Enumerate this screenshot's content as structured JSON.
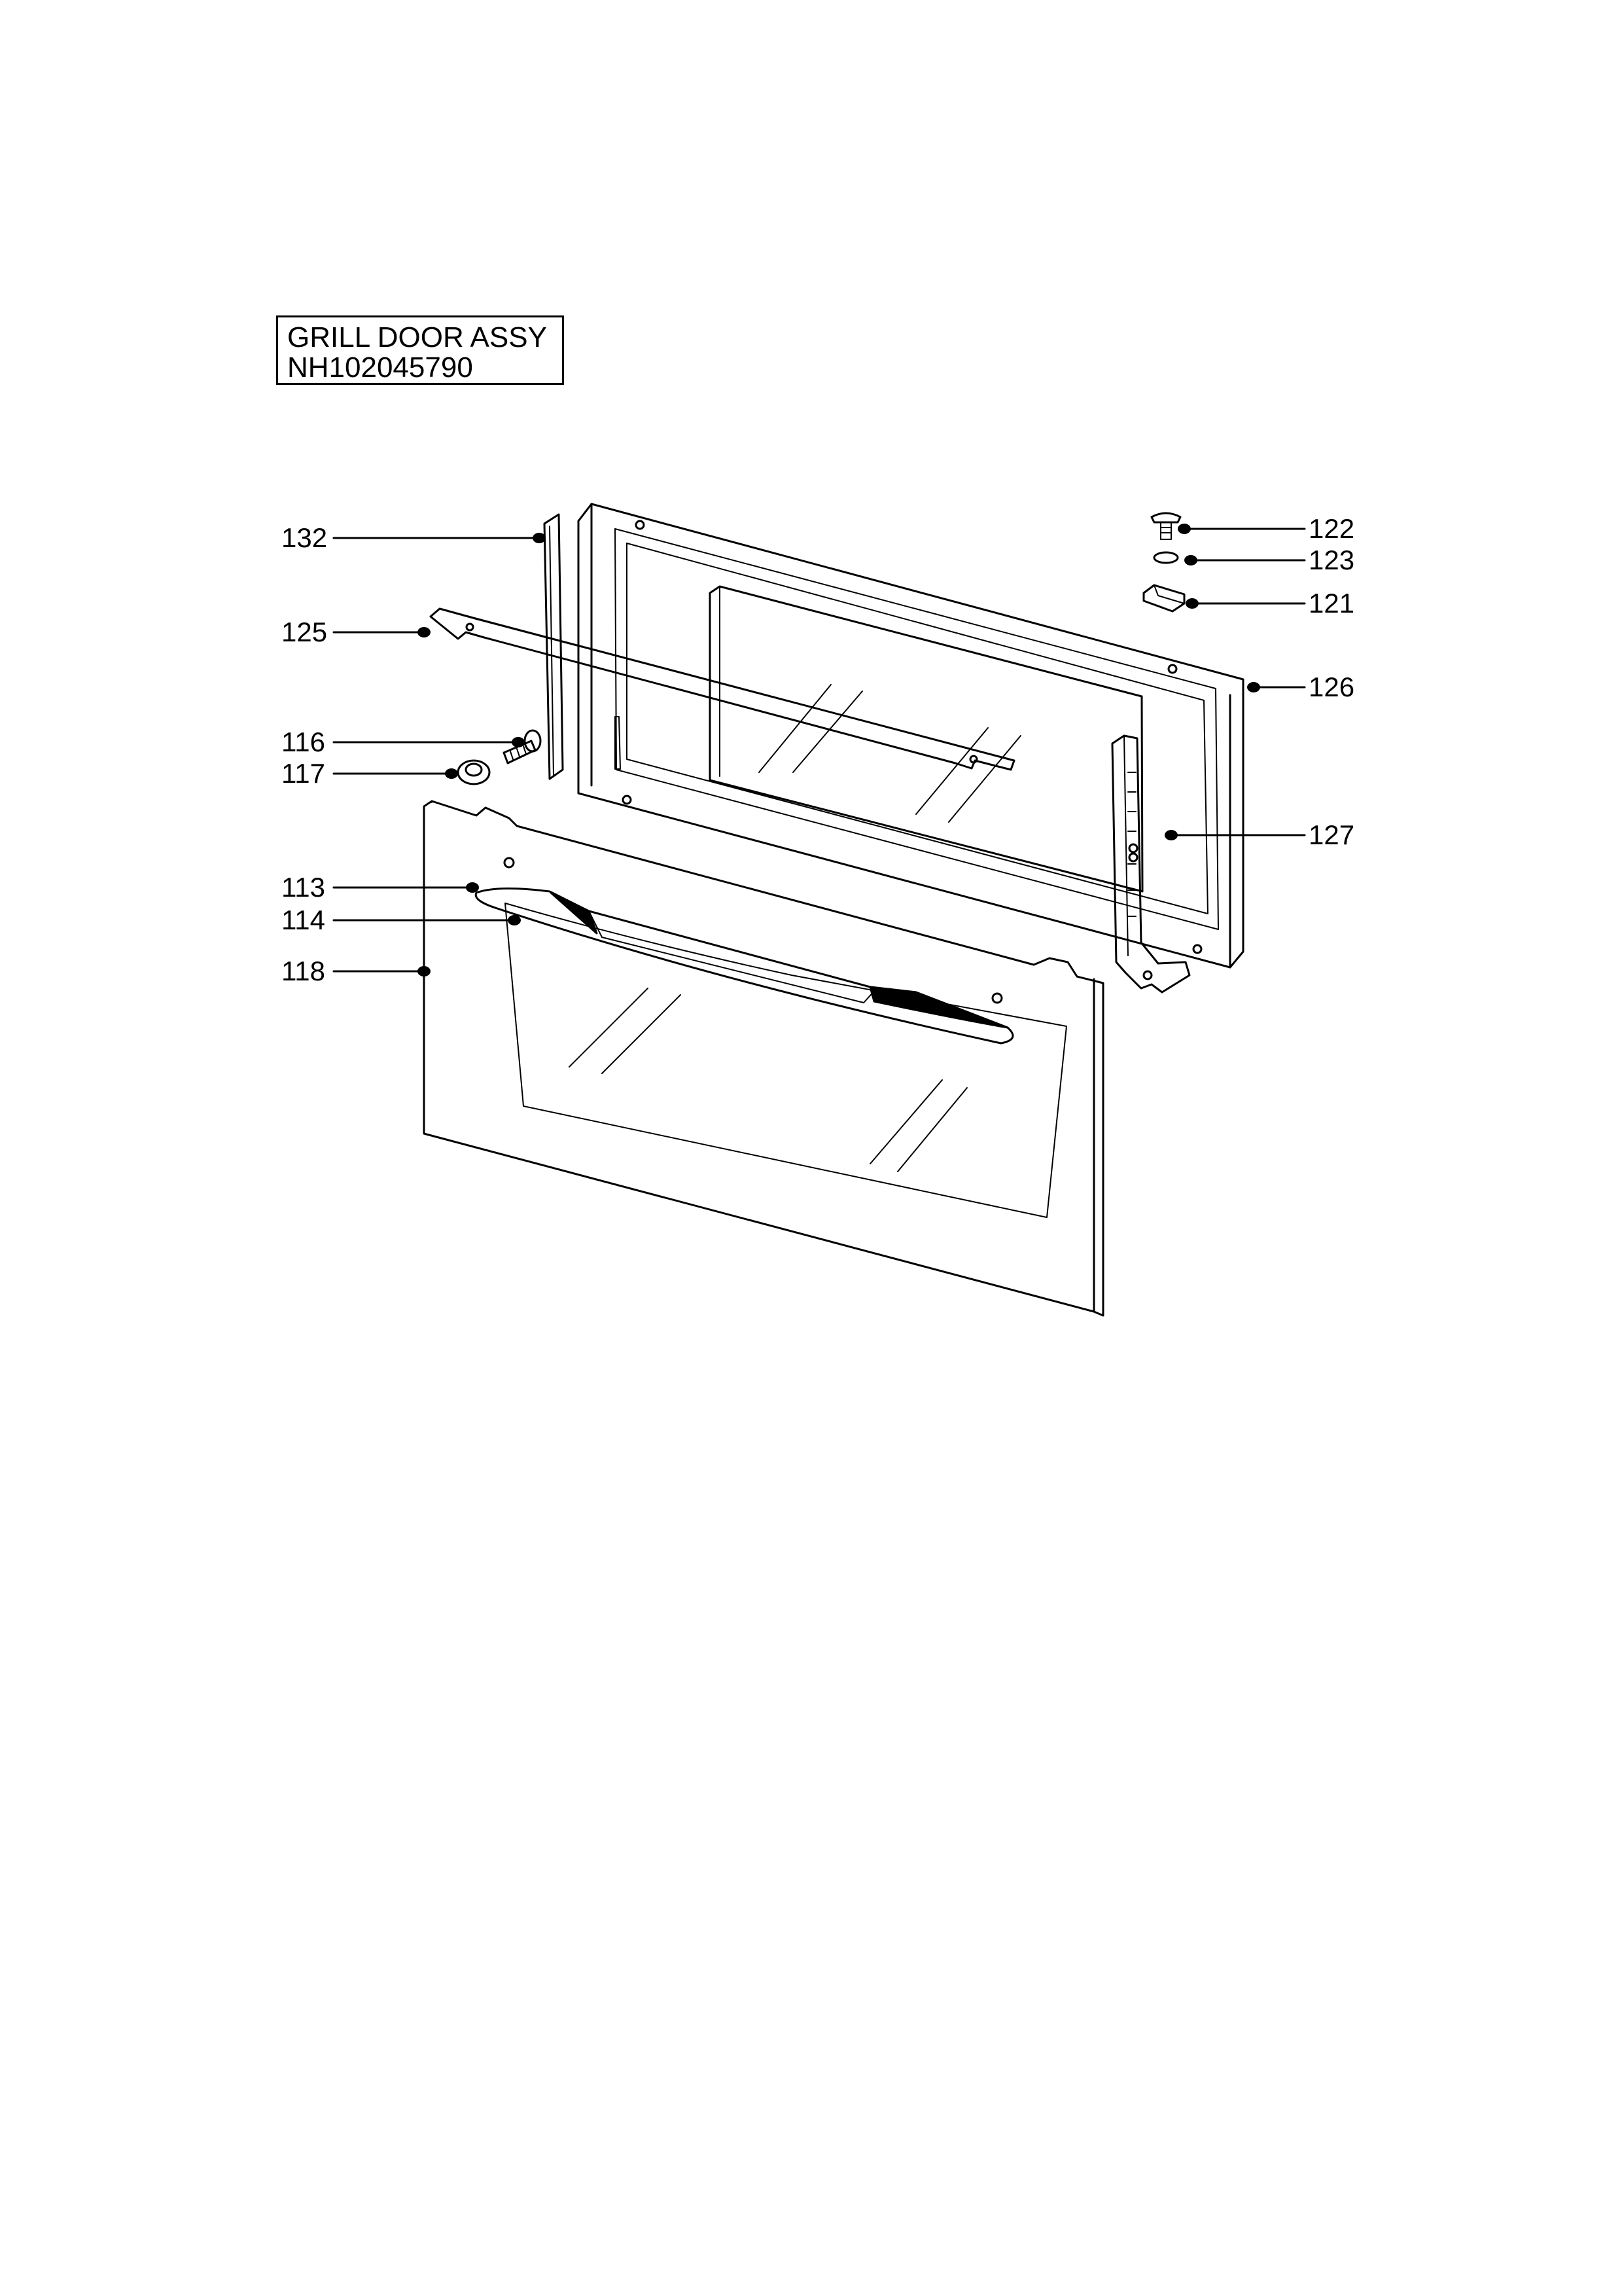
{
  "title": {
    "line1": "GRILL DOOR ASSY",
    "line2": "NH102045790"
  },
  "callouts": [
    {
      "id": "132",
      "label": "132"
    },
    {
      "id": "125",
      "label": "125"
    },
    {
      "id": "116",
      "label": "116"
    },
    {
      "id": "117",
      "label": "117"
    },
    {
      "id": "113",
      "label": "113"
    },
    {
      "id": "114",
      "label": "114"
    },
    {
      "id": "118",
      "label": "118"
    },
    {
      "id": "122",
      "label": "122"
    },
    {
      "id": "123",
      "label": "123"
    },
    {
      "id": "121",
      "label": "121"
    },
    {
      "id": "126",
      "label": "126"
    },
    {
      "id": "127",
      "label": "127"
    }
  ],
  "colors": {
    "line": "#000000",
    "background": "#ffffff"
  }
}
